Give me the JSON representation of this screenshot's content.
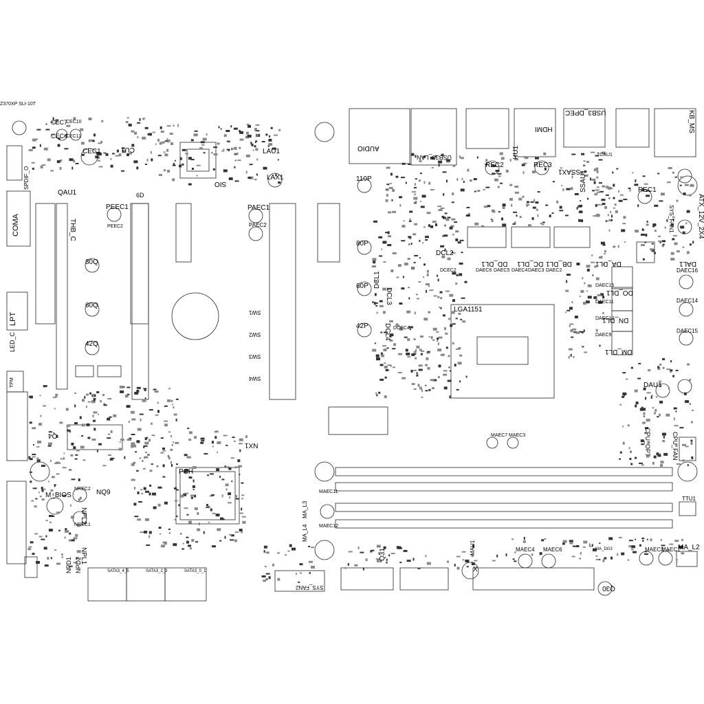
{
  "title": "Z370XP SLI-10T",
  "labels": {
    "spdif_o": "SPDIF_O",
    "coma": "COMA",
    "lpt": "LPT",
    "led_c": "LED_C",
    "tpm": "TPM",
    "cec7": "CEC7",
    "cec10": "CEC10",
    "cec4": "CEC4",
    "cec11": "CEC11",
    "cec1": "CEC1",
    "cu1": "CU1",
    "qau1": "QAU1",
    "peec1": "PEEC1",
    "peec2": "PEEC2",
    "c6d": "6D",
    "thb_c": "THB_C",
    "q80": "80Q",
    "q60": "60Q",
    "q42": "42Q",
    "sio": "SIO",
    "lau1": "LAU1",
    "lax1": "LAX1",
    "paec1": "PAEC1",
    "paec2": "PAEC2",
    "sw1": "SW1",
    "sw2": "SW2",
    "sw3": "SW3",
    "sw4": "SW4",
    "q4": "Q4",
    "m_bios": "M_BIOS",
    "nrec2": "NREC2",
    "nq9": "NQ9",
    "npl2": "NPL2",
    "nrec1": "NREC1",
    "npl1": "NPL1",
    "npd1": "NPD1",
    "npd2": "NPD2",
    "pch": "PCH",
    "nx1": "NX1",
    "sata3_4_5": "SATA3_4_5",
    "sata3_2_3": "SATA3_2_3",
    "sata3_0_1": "SATA3_0_1",
    "audio": "AUDIO",
    "usb30_lan": "USB30_LAN",
    "hdmi": "HDMI",
    "usb3_dp": "USB3_DPEC",
    "kb_ms": "KB_MS",
    "p110": "110P",
    "p80": "80P",
    "p60": "60P",
    "p42": "42P",
    "rec2": "REC2",
    "hu1": "HU1",
    "rec3": "REC3",
    "ssax1": "SSAX1",
    "ssau1": "SSAU1",
    "tcau1": "TCAU1",
    "rec1": "REC1",
    "atx_12v": "ATX_12V_2X4",
    "sys_fan1": "SYS_FAN1",
    "dcl2": "DCL2",
    "dcec2": "DCEC2",
    "dcl1": "DCL1",
    "dcl3": "DCL3",
    "dcl4": "DCL4",
    "dcec4": "DCEC4",
    "lga": "LGA1151",
    "dd_dl1": "DD_DL1",
    "dc_dl1": "DC_DL1",
    "db_dl1": "DB_DL1",
    "daec6": "DAEC6",
    "daec5": "DAEC5",
    "daec4": "DAEC4",
    "daec3": "DAEC3",
    "daec2": "DAEC2",
    "da_dl1": "DA_DL1",
    "dal1": "DAL1",
    "daec16": "DAEC16",
    "daec15": "DAEC15",
    "do_dl1": "DO_DL1",
    "daec14": "DAEC14",
    "daec11": "DAEC11",
    "dn_dl1": "DN_DL1",
    "daec10": "DAEC10",
    "daec9": "DAEC9",
    "dm_dl1": "DM_DL1",
    "dau1": "DAU1",
    "cpu_opt": "CPU_OPT",
    "cpu_fan": "CPU_FAN",
    "maec7": "MAEC7",
    "maec3": "MAEC3",
    "maec11": "MAEC11",
    "ma_l3": "MA_L3",
    "ma_l4": "MA_L4",
    "maec12": "MAEC12",
    "q31": "Q31",
    "mau1": "MAU1",
    "maec4": "MAEC4",
    "maec6": "MAEC6",
    "x": "X",
    "maec2": "MAEC2",
    "maec1": "MAEC1",
    "ma_l2": "MA_L2",
    "q30": "Q30",
    "ttu1": "TTU1",
    "sys_fan2": "SYS_FAN2",
    "ma_dg3": "MA_DG3"
  }
}
